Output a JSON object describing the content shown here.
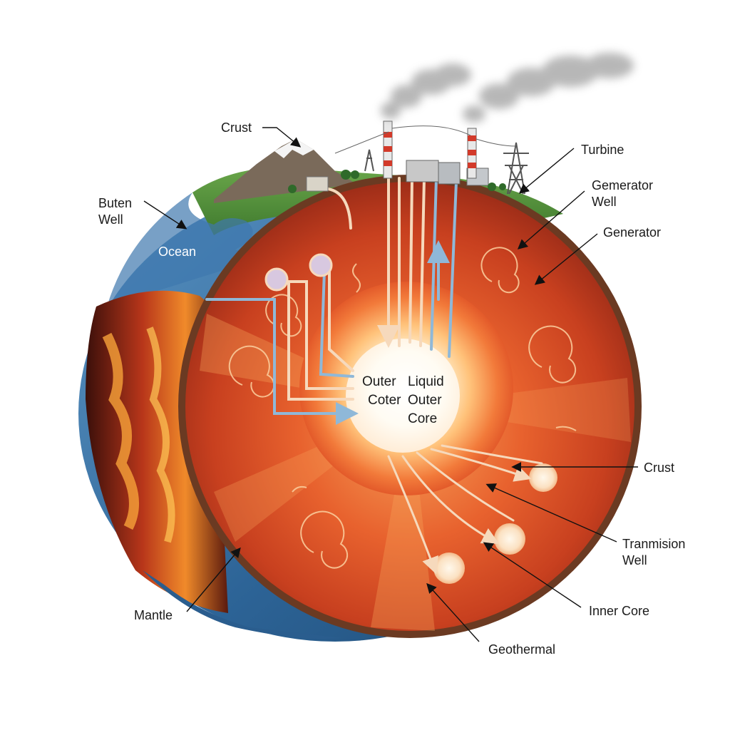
{
  "labels": {
    "crust_top": "Crust",
    "buten_well_1": "Buten",
    "buten_well_2": "Well",
    "ocean": "Ocean",
    "turbine": "Turbine",
    "gemerator_well_1": "Gemerator",
    "gemerator_well_2": "Well",
    "generator": "Generator",
    "crust_right": "Crust",
    "tranmision_well_1": "Tranmision",
    "tranmision_well_2": "Well",
    "inner_core": "Inner Core",
    "geothermal": "Geothermal",
    "mantle": "Mantle"
  },
  "core": {
    "line1_a": "Outer",
    "line1_b": "Liquid",
    "line2_a": "Coter",
    "line2_b": "Outer",
    "line3": "Core"
  },
  "colors": {
    "ocean": "#2f6da3",
    "land": "#4f8f3a",
    "mantle_outer": "#b8321e",
    "mantle_inner": "#e0582c",
    "core_glow": "#fff6dc",
    "pipe": "#8fb8d8",
    "pipe_warm": "#f4d2b0",
    "rim": "#6b3a22"
  }
}
